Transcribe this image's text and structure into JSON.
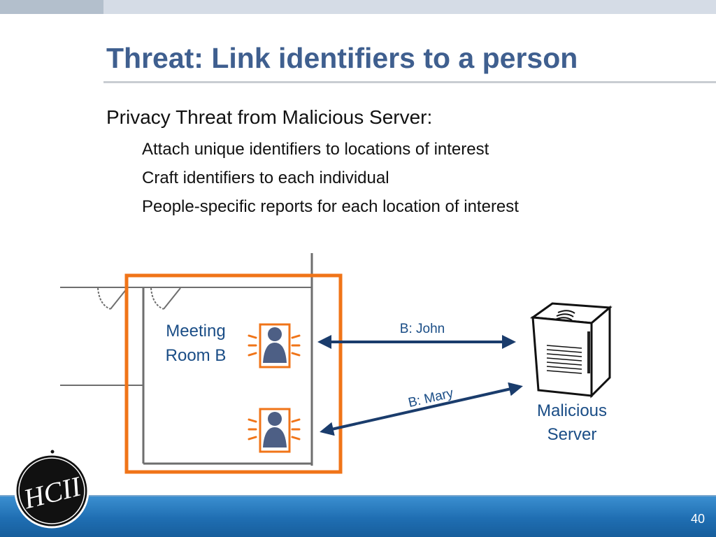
{
  "slide": {
    "title": "Threat: Link identifiers to a person",
    "heading": "Privacy Threat from Malicious Server:",
    "subpoints": [
      "Attach unique identifiers to locations of interest",
      "Craft identifiers to each individual",
      "People-specific reports for each location of interest"
    ],
    "page_number": "40"
  },
  "diagram": {
    "room_label_line1": "Meeting",
    "room_label_line2": "Room B",
    "link_john": "B: John",
    "link_mary": "B: Mary",
    "server_label_line1": "Malicious",
    "server_label_line2": "Server"
  },
  "logo": {
    "text": "HCII"
  },
  "colors": {
    "title": "#3f5f8f",
    "highlight": "#f07418",
    "arrow": "#1a3c6c",
    "label_blue": "#1a4d86",
    "person": "#4d5f85",
    "footer": "#1f6eb2"
  }
}
